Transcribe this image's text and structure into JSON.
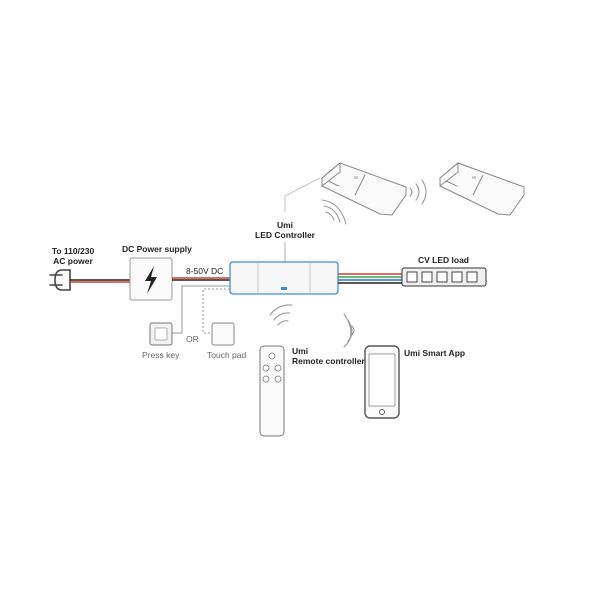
{
  "labels": {
    "ac_power": [
      "To 110/230",
      "AC power"
    ],
    "dc_supply": "DC Power supply",
    "voltage": "8-50V DC",
    "controller": [
      "Umi",
      "LED Controller"
    ],
    "led_load": "CV LED load",
    "press_key": "Press key",
    "or": "OR",
    "touch_pad": "Touch pad",
    "remote": [
      "Umi",
      "Remote controller"
    ],
    "app": "Umi Smart App"
  },
  "colors": {
    "wire_red": "#d23a2e",
    "wire_black": "#222222",
    "controller_outline": "#3b8fd9",
    "rgb_wires": [
      "#d23a2e",
      "#2fa84f",
      "#2f6fd1",
      "#222222"
    ],
    "device_outline": "#888888"
  },
  "icons": {
    "plug": "power-plug-icon",
    "lightning": "lightning-bolt-icon",
    "wireless": "wireless-signal-icon",
    "led": "led-chip-icon"
  }
}
